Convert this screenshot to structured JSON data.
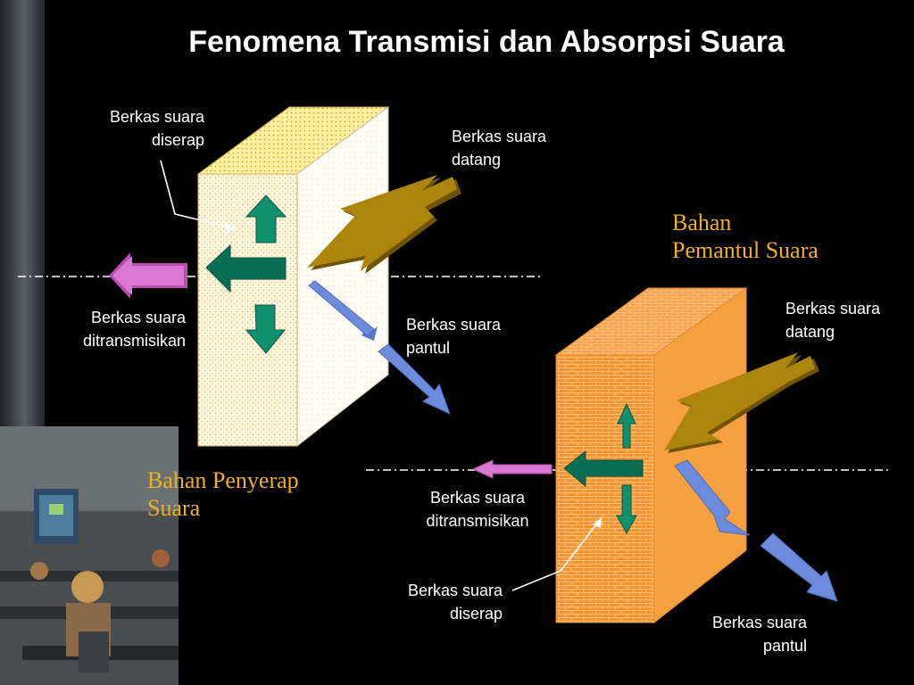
{
  "slide": {
    "title": "Fenomena Transmisi dan Absorpsi Suara",
    "colors": {
      "background": "#000000",
      "text": "#ffffff",
      "accent_text": "#f0b020",
      "green_arrow": "#0f8a6a",
      "pink_arrow": "#cc66cc",
      "blue_arrow": "#6688dd",
      "gold_arrow": "#a98008",
      "absorber_wall": "#fff3d6",
      "reflector_wall": "#f7952f"
    }
  },
  "left_diagram": {
    "absorbed": [
      "Berkas suara",
      "diserap"
    ],
    "incident": [
      "Berkas suara",
      "datang"
    ],
    "transmitted": [
      "Berkas suara",
      "ditransmisikan"
    ],
    "reflected": [
      "Berkas suara",
      "pantul"
    ],
    "material": [
      "Bahan Penyerap",
      "Suara"
    ]
  },
  "right_diagram": {
    "material": [
      "Bahan",
      "Pemantul Suara"
    ],
    "incident": [
      "Berkas suara",
      "datang"
    ],
    "transmitted": [
      "Berkas suara",
      "ditransmisikan"
    ],
    "absorbed": [
      "Berkas suara",
      "diserap"
    ],
    "reflected": [
      "Berkas suara",
      "pantul"
    ]
  }
}
